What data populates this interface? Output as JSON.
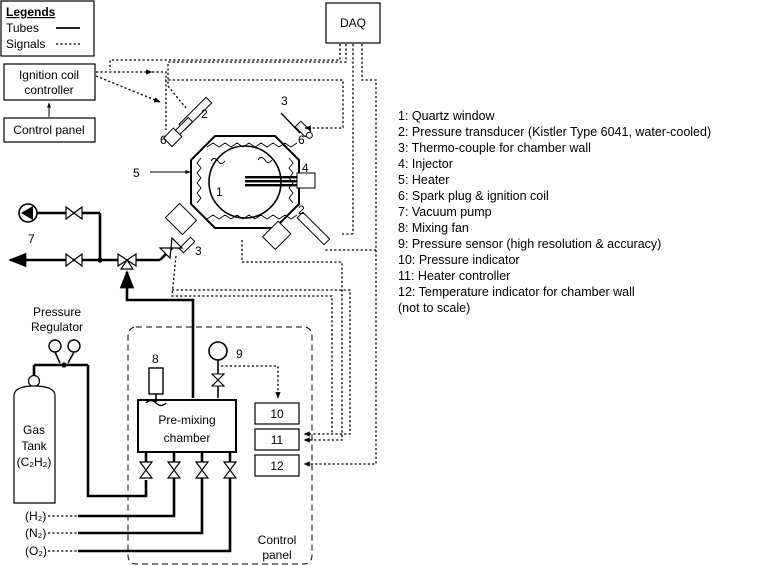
{
  "legend": {
    "title": "Legends",
    "tubes": "Tubes",
    "signals": "Signals"
  },
  "boxes": {
    "daq": "DAQ",
    "ignition_coil_controller_line1": "Ignition coil",
    "ignition_coil_controller_line2": "controller",
    "control_panel": "Control panel",
    "premixing_line1": "Pre-mixing",
    "premixing_line2": "chamber",
    "gas_tank_line1": "Gas",
    "gas_tank_line2": "Tank",
    "gas_tank_line3": "(C₂H₂)",
    "pressure_regulator_line1": "Pressure",
    "pressure_regulator_line2": "Regulator",
    "control_panel_area_line1": "Control",
    "control_panel_area_line2": "panel"
  },
  "gases": {
    "h2": "(H₂)",
    "n2": "(N₂)",
    "o2": "(O₂)"
  },
  "component_numbers": {
    "n1": "1",
    "n2a": "2",
    "n2b": "2",
    "n3a": "3",
    "n3b": "3",
    "n4": "4",
    "n5": "5",
    "n6a": "6",
    "n6b": "6",
    "n7": "7",
    "n8": "8",
    "n9": "9",
    "n10": "10",
    "n11": "11",
    "n12": "12"
  },
  "component_list": [
    "1: Quartz window",
    "2: Pressure transducer (Kistler Type 6041, water-cooled)",
    "3: Thermo-couple for chamber wall",
    "4: Injector",
    "5: Heater",
    "6: Spark plug & ignition coil",
    "7: Vacuum pump",
    "8: Mixing fan",
    "9: Pressure sensor (high resolution & accuracy)",
    "10: Pressure indicator",
    "11: Heater controller",
    "12: Temperature indicator for chamber wall",
    "(not to scale)"
  ]
}
